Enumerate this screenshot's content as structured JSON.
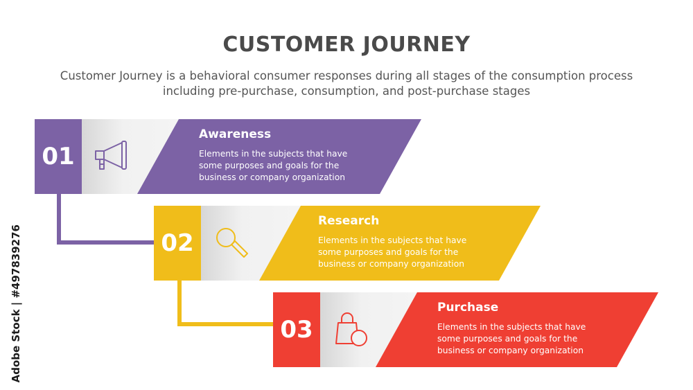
{
  "title": "CUSTOMER JOURNEY",
  "subtitle": {
    "line1": "Customer Journey is a behavioral consumer responses during all stages of the consumption process",
    "line2": "including pre-purchase, consumption, and post-purchase stages"
  },
  "watermark": "Adobe Stock | #497839276",
  "steps": [
    {
      "number": "01",
      "heading": "Awareness",
      "desc": [
        "Elements in the subjects that have",
        "some purposes and goals for the",
        "business or company organization"
      ],
      "icon": "megaphone-icon",
      "color": "#7c62a5"
    },
    {
      "number": "02",
      "heading": "Research",
      "desc": [
        "Elements in the subjects that have",
        "some purposes and goals for the",
        "business or company organization"
      ],
      "icon": "magnifier-icon",
      "color": "#f0bd1a"
    },
    {
      "number": "03",
      "heading": "Purchase",
      "desc": [
        "Elements in the subjects that have",
        "some purposes and goals for the",
        "business or company organization"
      ],
      "icon": "shopping-bag-icon",
      "color": "#ef3f33"
    }
  ]
}
